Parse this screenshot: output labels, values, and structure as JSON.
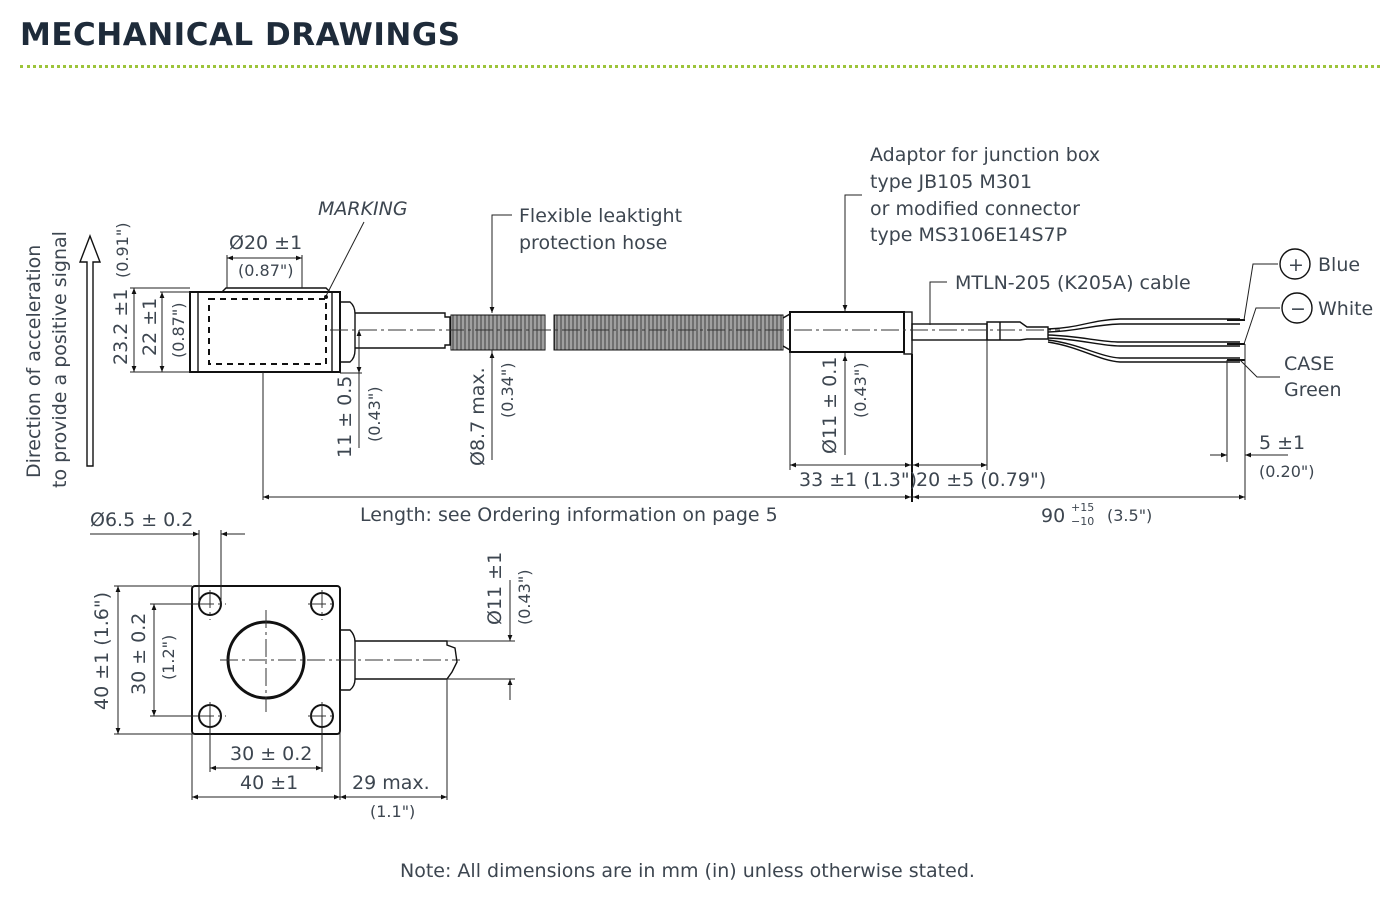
{
  "header": {
    "title": "MECHANICAL DRAWINGS"
  },
  "colors": {
    "title": "#1e2b3a",
    "rule": "#9cc43a",
    "text": "#3d4650"
  },
  "side_view": {
    "direction_label_line1": "Direction of acceleration",
    "direction_label_line2": "to provide a positive signal",
    "height_total": "23.2 ±1",
    "height_total_in": "(0.91\")",
    "height_body": "22 ±1",
    "height_body_in": "(0.87\")",
    "diameter_top": "Ø20 ±1",
    "diameter_top_in": "(0.87\")",
    "marking": "MARKING",
    "offset": "11 ± 0.5",
    "offset_in": "(0.43\")",
    "hose_label_line1": "Flexible leaktight",
    "hose_label_line2": "protection hose",
    "hose_diameter": "Ø8.7 max.",
    "hose_diameter_in": "(0.34\")",
    "adaptor_line1": "Adaptor for junction box",
    "adaptor_line2": "type JB105 M301",
    "adaptor_line3": "or modified connector",
    "adaptor_line4": "type MS3106E14S7P",
    "adaptor_diameter": "Ø11 ± 0.1",
    "adaptor_diameter_in": "(0.43\")",
    "cable_label": "MTLN-205 (K205A) cable",
    "wire_plus_symbol": "+",
    "wire_plus": "Blue",
    "wire_minus_symbol": "−",
    "wire_minus": "White",
    "wire_case_line1": "CASE",
    "wire_case_line2": "Green",
    "strip_length": "5 ±1",
    "strip_length_in": "(0.20\")",
    "adaptor_length": "33 ±1 (1.3\")",
    "cable_ferrule": "20 ±5 (0.79\")",
    "length_note": "Length: see Ordering information on page 5",
    "tail_length": "90",
    "tail_tol_plus": "+15",
    "tail_tol_minus": "−10",
    "tail_length_in": "(3.5\")"
  },
  "top_view": {
    "hole_diameter": "Ø6.5 ± 0.2",
    "outer_height": "40 ±1 (1.6\")",
    "hole_spacing_v": "30 ± 0.2",
    "hole_spacing_v_in": "(1.2\")",
    "hole_spacing_h": "30 ± 0.2",
    "outer_width": "40 ±1",
    "connector_length": "29 max.",
    "connector_length_in": "(1.1\")",
    "connector_diameter": "Ø11 ±1",
    "connector_diameter_in": "(0.43\")"
  },
  "footer": {
    "note": "Note: All dimensions are in mm (in) unless otherwise stated."
  }
}
